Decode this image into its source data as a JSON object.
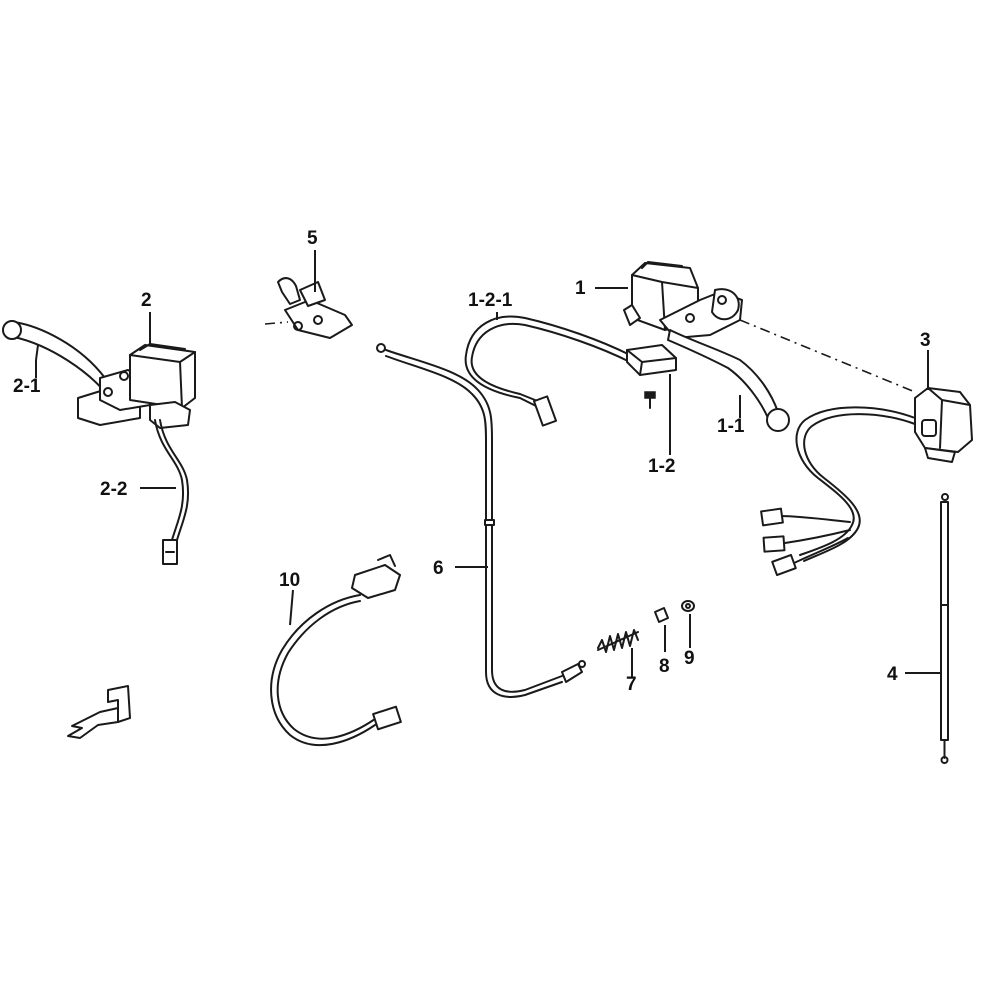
{
  "labels": {
    "p1": "1",
    "p1_1": "1-1",
    "p1_2": "1-2",
    "p1_2_1": "1-2-1",
    "p2": "2",
    "p2_1": "2-1",
    "p2_2": "2-2",
    "p3": "3",
    "p4": "4",
    "p5": "5",
    "p6": "6",
    "p7": "7",
    "p8": "8",
    "p9": "9",
    "p10": "10"
  },
  "colors": {
    "ink": "#1a1a1a",
    "background": "#ffffff"
  },
  "icons": {
    "orientation": "front-arrow-icon"
  }
}
